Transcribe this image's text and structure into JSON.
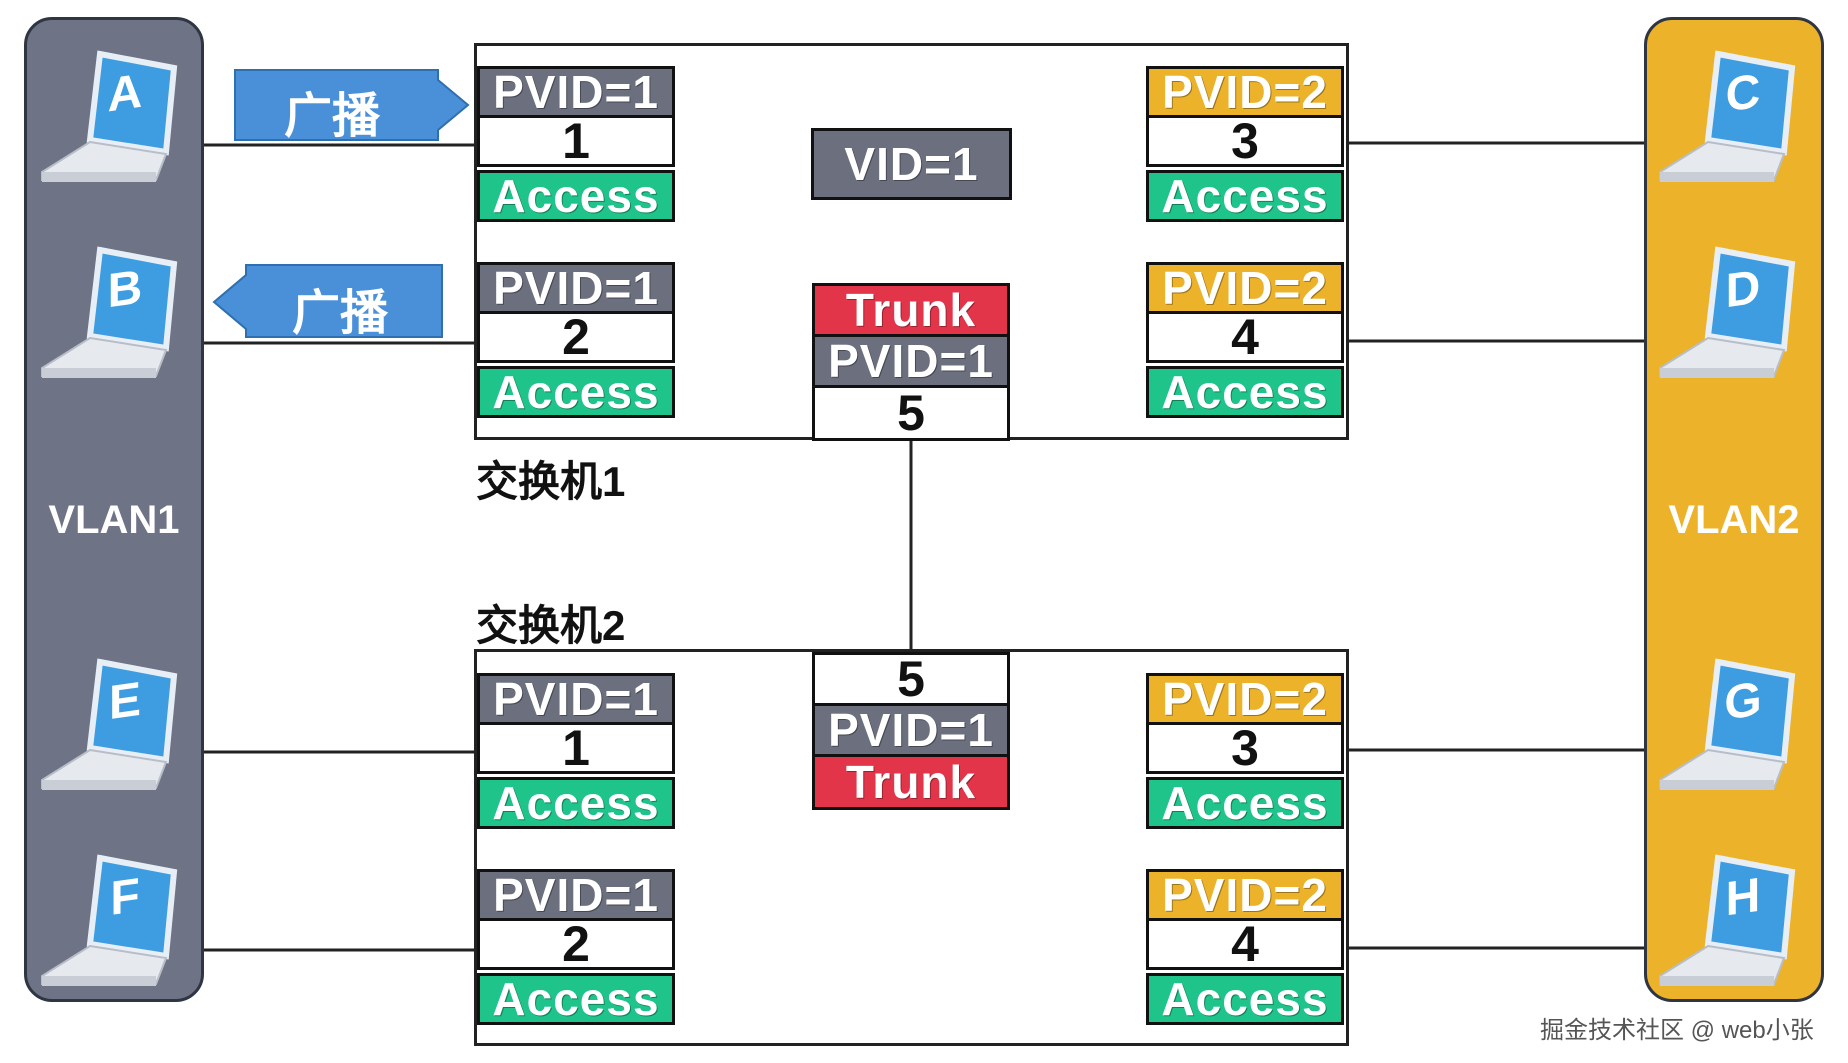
{
  "vlans": [
    {
      "id": "vlan1",
      "label": "VLAN1",
      "color": "#6e7385"
    },
    {
      "id": "vlan2",
      "label": "VLAN2",
      "color": "#ecb32a"
    }
  ],
  "colors": {
    "pvid_vlan1": "#6b6f7e",
    "pvid_vlan2": "#ecb32a",
    "access": "#1ec48a",
    "trunk": "#e3354a",
    "broadcast_arrow": "#4a90d9",
    "laptop_screen": "#3d9de0"
  },
  "computers": {
    "A": "A",
    "B": "B",
    "C": "C",
    "D": "D",
    "E": "E",
    "F": "F",
    "G": "G",
    "H": "H"
  },
  "broadcast": {
    "label": "广播",
    "vid_label": "VID=1"
  },
  "switch1": {
    "title": "交换机1",
    "ports": [
      {
        "pvid": "PVID=1",
        "num": "1",
        "mode": "Access"
      },
      {
        "pvid": "PVID=1",
        "num": "2",
        "mode": "Access"
      },
      {
        "pvid": "PVID=2",
        "num": "3",
        "mode": "Access"
      },
      {
        "pvid": "PVID=2",
        "num": "4",
        "mode": "Access"
      }
    ],
    "trunk_port": {
      "mode": "Trunk",
      "pvid": "PVID=1",
      "num": "5"
    }
  },
  "switch2": {
    "title": "交换机2",
    "ports": [
      {
        "pvid": "PVID=1",
        "num": "1",
        "mode": "Access"
      },
      {
        "pvid": "PVID=1",
        "num": "2",
        "mode": "Access"
      },
      {
        "pvid": "PVID=2",
        "num": "3",
        "mode": "Access"
      },
      {
        "pvid": "PVID=2",
        "num": "4",
        "mode": "Access"
      }
    ],
    "trunk_port": {
      "num": "5",
      "pvid": "PVID=1",
      "mode": "Trunk"
    }
  },
  "watermark": "掘金技术社区 @ web小张"
}
